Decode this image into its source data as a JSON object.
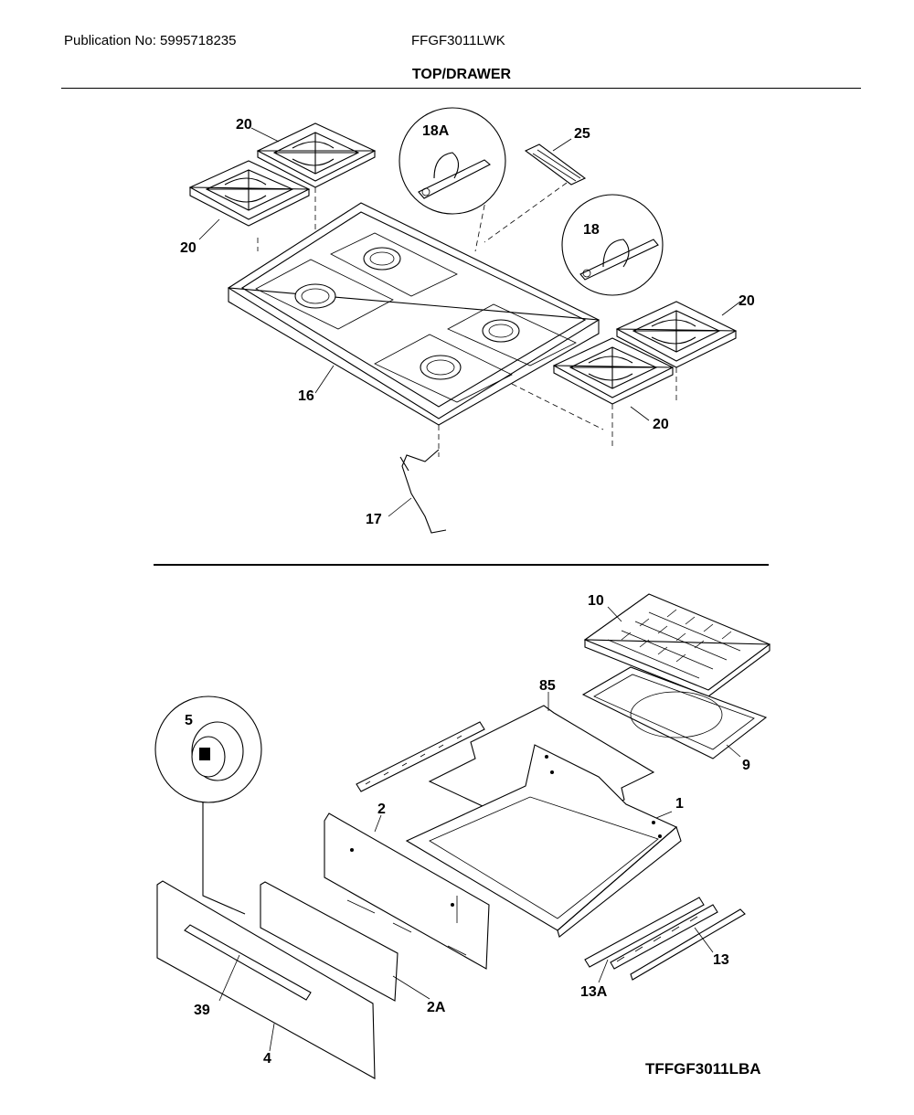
{
  "header": {
    "publication": "Publication No: 5995718235",
    "model": "FFGF3011LWK",
    "title": "TOP/DRAWER"
  },
  "footer": {
    "code": "TFFGF3011LBA"
  },
  "callouts": {
    "top": [
      "20",
      "18A",
      "25",
      "20",
      "18",
      "20",
      "16",
      "20",
      "17"
    ],
    "bottom": [
      "10",
      "85",
      "5",
      "9",
      "1",
      "2",
      "13",
      "13A",
      "39",
      "2A",
      "4"
    ]
  }
}
